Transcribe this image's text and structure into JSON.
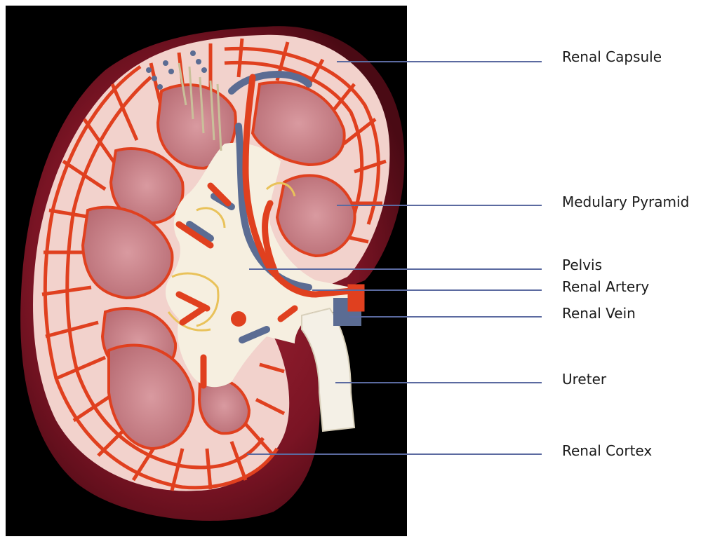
{
  "labels": {
    "renal_capsule": "Renal Capsule",
    "medulary_pyramid": "Medulary Pyramid",
    "pelvis": "Pelvis",
    "renal_artery": "Renal Artery",
    "renal_vein": "Renal Vein",
    "ureter": "Ureter",
    "renal_cortex": "Renal Cortex"
  },
  "colors": {
    "background_panel": "#000000",
    "capsule": "#6e1020",
    "cortex": "#f2d2cc",
    "artery": "#e0401f",
    "vein": "#5b6c93",
    "pelvis": "#f6efe0",
    "pyramid": "#c8828a",
    "leader_line": "#5b6aa0"
  }
}
